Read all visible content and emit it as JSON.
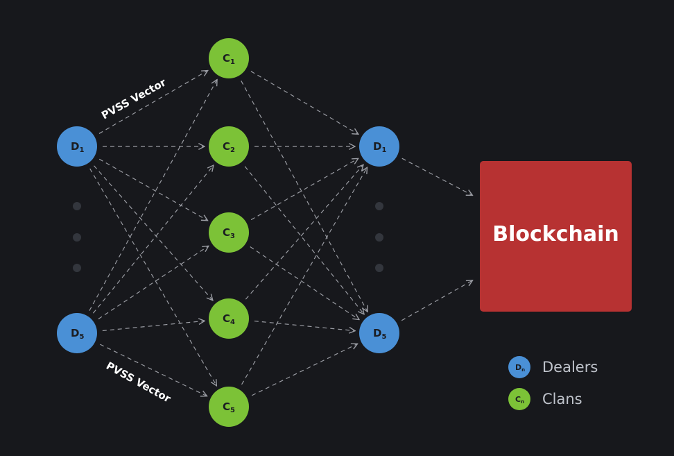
{
  "colors": {
    "background": "#17181c",
    "dealer": "#4a90d6",
    "clan": "#7cc237",
    "blockchain": "#b73232",
    "edge": "#9a9ca3",
    "ellipsis": "#33363d"
  },
  "dealers_in": [
    {
      "letter": "D",
      "sub": "1"
    },
    {
      "letter": "D",
      "sub": "5"
    }
  ],
  "clans": [
    {
      "letter": "C",
      "sub": "1"
    },
    {
      "letter": "C",
      "sub": "2"
    },
    {
      "letter": "C",
      "sub": "3"
    },
    {
      "letter": "C",
      "sub": "4"
    },
    {
      "letter": "C",
      "sub": "5"
    }
  ],
  "dealers_out": [
    {
      "letter": "D",
      "sub": "1"
    },
    {
      "letter": "D",
      "sub": "5"
    }
  ],
  "edge_labels": {
    "top": "PVSS Vector",
    "bottom": "PVSS Vector"
  },
  "blockchain": {
    "label": "Blockchain"
  },
  "legend": [
    {
      "letter": "D",
      "sub": "n",
      "kind": "dealer",
      "label": "Dealers"
    },
    {
      "letter": "C",
      "sub": "n",
      "kind": "clan",
      "label": "Clans"
    }
  ]
}
